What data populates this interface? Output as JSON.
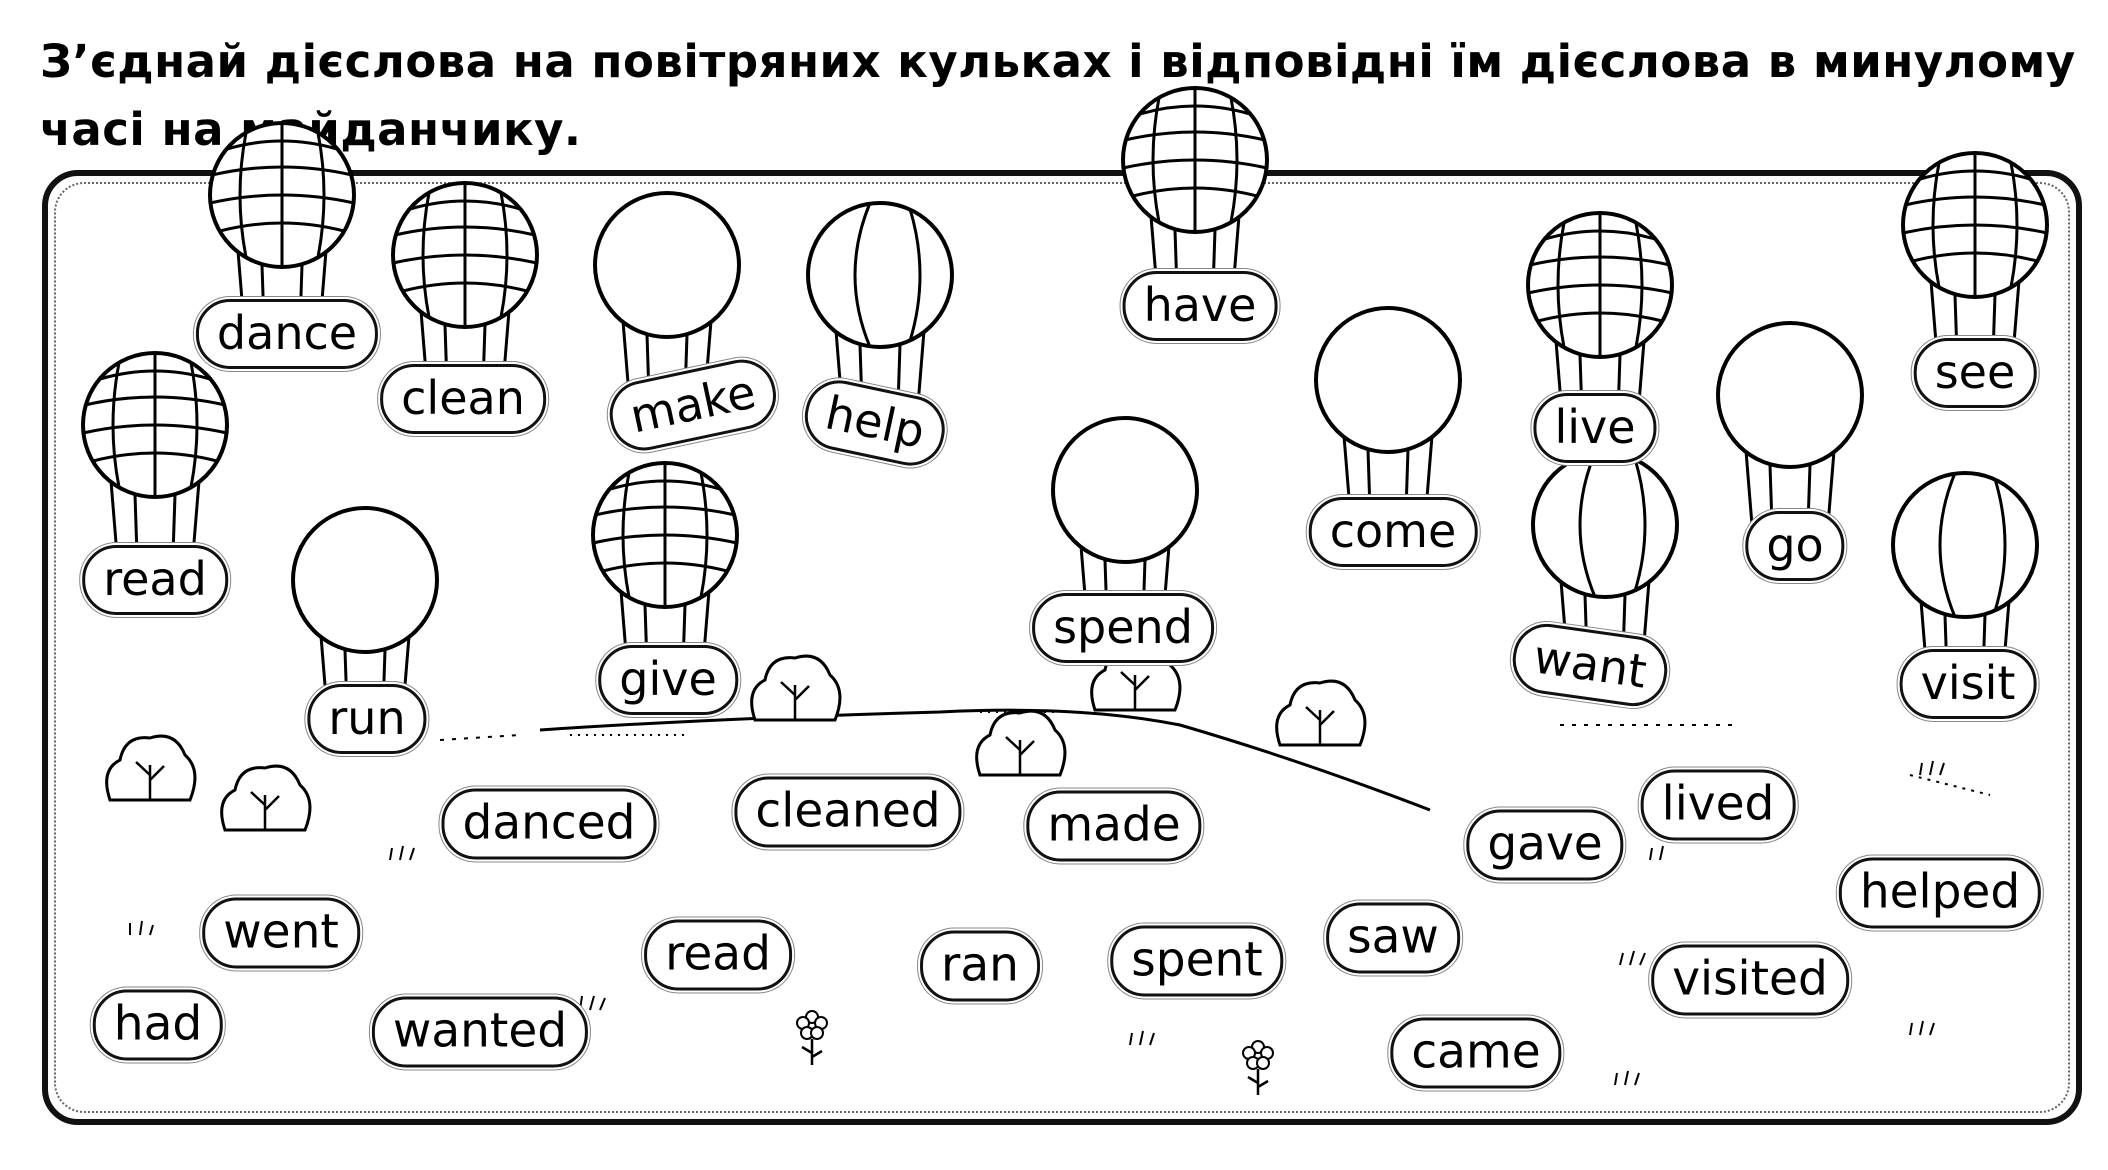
{
  "instruction": "З’єднай дієслова на повітряних кульках і відповідні їм дієслова в минулому часі на майданчику.",
  "balloons": [
    {
      "id": "dance",
      "label": "dance"
    },
    {
      "id": "clean",
      "label": "clean"
    },
    {
      "id": "make",
      "label": "make"
    },
    {
      "id": "help",
      "label": "help"
    },
    {
      "id": "have",
      "label": "have"
    },
    {
      "id": "come",
      "label": "come"
    },
    {
      "id": "live",
      "label": "live"
    },
    {
      "id": "go",
      "label": "go"
    },
    {
      "id": "see",
      "label": "see"
    },
    {
      "id": "read",
      "label": "read"
    },
    {
      "id": "run",
      "label": "run"
    },
    {
      "id": "give",
      "label": "give"
    },
    {
      "id": "spend",
      "label": "spend"
    },
    {
      "id": "want",
      "label": "want"
    },
    {
      "id": "visit",
      "label": "visit"
    }
  ],
  "past_forms": [
    {
      "id": "danced",
      "label": "danced"
    },
    {
      "id": "cleaned",
      "label": "cleaned"
    },
    {
      "id": "made",
      "label": "made"
    },
    {
      "id": "gave",
      "label": "gave"
    },
    {
      "id": "lived",
      "label": "lived"
    },
    {
      "id": "helped",
      "label": "helped"
    },
    {
      "id": "went",
      "label": "went"
    },
    {
      "id": "read",
      "label": "read"
    },
    {
      "id": "ran",
      "label": "ran"
    },
    {
      "id": "spent",
      "label": "spent"
    },
    {
      "id": "saw",
      "label": "saw"
    },
    {
      "id": "visited",
      "label": "visited"
    },
    {
      "id": "had",
      "label": "had"
    },
    {
      "id": "wanted",
      "label": "wanted"
    },
    {
      "id": "came",
      "label": "came"
    }
  ]
}
